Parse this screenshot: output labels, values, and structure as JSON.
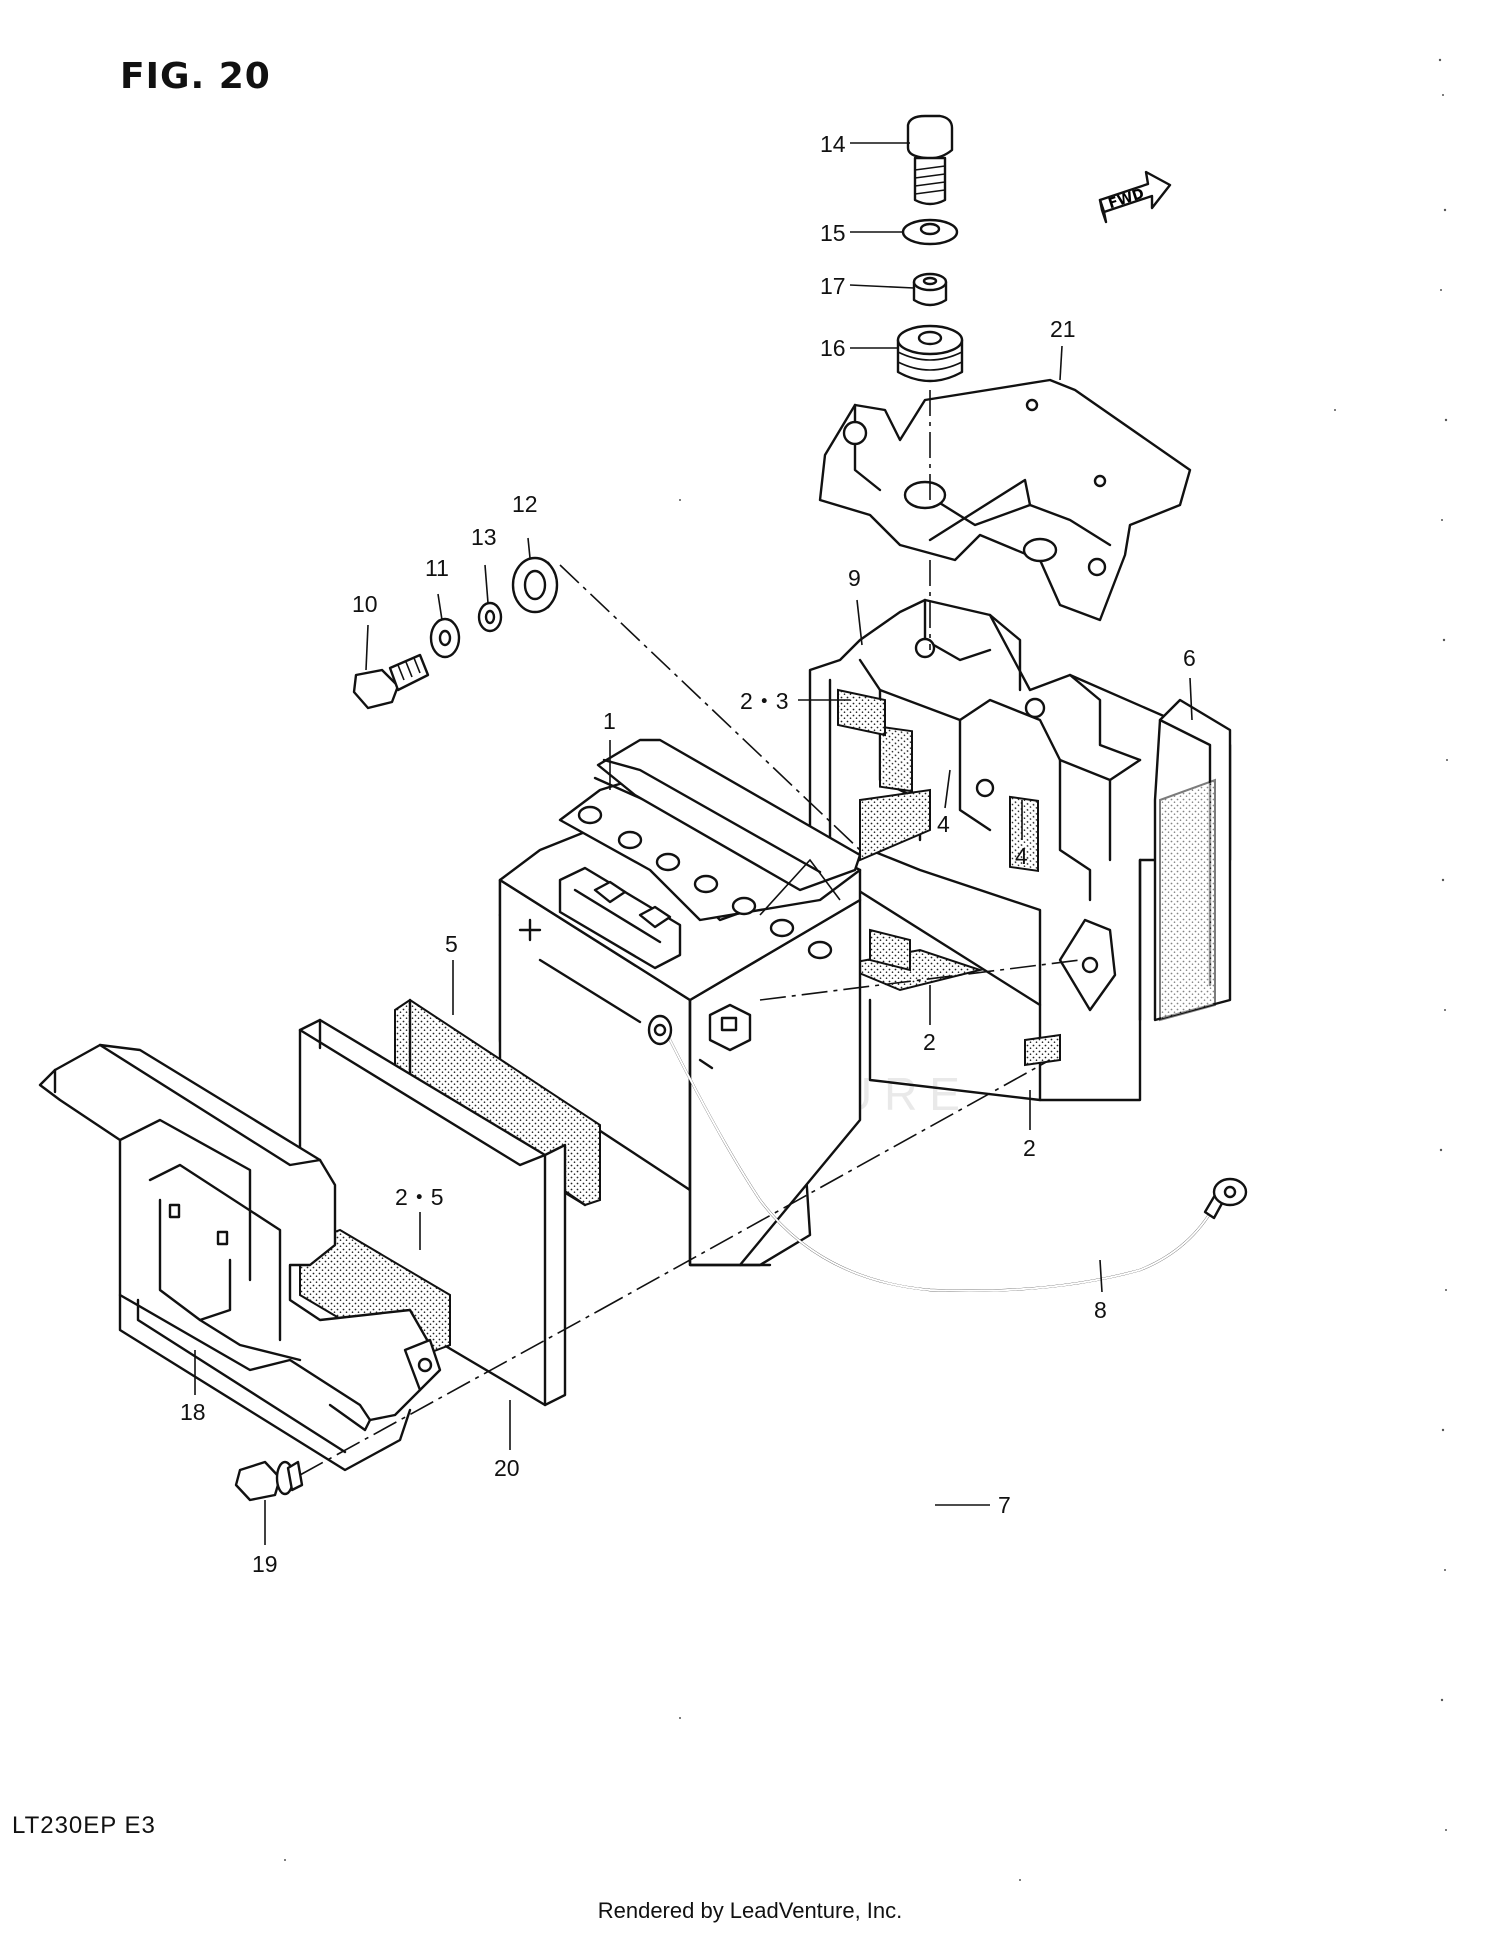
{
  "figure": {
    "title": "FIG. 20",
    "model_code": "LT230EP  E3",
    "render_credit": "Rendered by LeadVenture, Inc.",
    "watermark": "LEADVENTURE",
    "fwd_label": "FWD"
  },
  "callouts": [
    {
      "id": "c-14",
      "label": "14"
    },
    {
      "id": "c-15",
      "label": "15"
    },
    {
      "id": "c-17",
      "label": "17"
    },
    {
      "id": "c-16",
      "label": "16"
    },
    {
      "id": "c-21",
      "label": "21"
    },
    {
      "id": "c-12",
      "label": "12"
    },
    {
      "id": "c-13",
      "label": "13"
    },
    {
      "id": "c-11",
      "label": "11"
    },
    {
      "id": "c-10",
      "label": "10"
    },
    {
      "id": "c-9",
      "label": "9"
    },
    {
      "id": "c-2-3",
      "label": "2・3"
    },
    {
      "id": "c-1",
      "label": "1"
    },
    {
      "id": "c-6",
      "label": "6"
    },
    {
      "id": "c-4a",
      "label": "4"
    },
    {
      "id": "c-4b",
      "label": "4"
    },
    {
      "id": "c-5",
      "label": "5"
    },
    {
      "id": "c-2a",
      "label": "2"
    },
    {
      "id": "c-2b",
      "label": "2"
    },
    {
      "id": "c-2-5",
      "label": "2・5"
    },
    {
      "id": "c-8",
      "label": "8"
    },
    {
      "id": "c-18",
      "label": "18"
    },
    {
      "id": "c-20",
      "label": "20"
    },
    {
      "id": "c-19",
      "label": "19"
    },
    {
      "id": "c-7",
      "label": "7"
    }
  ]
}
